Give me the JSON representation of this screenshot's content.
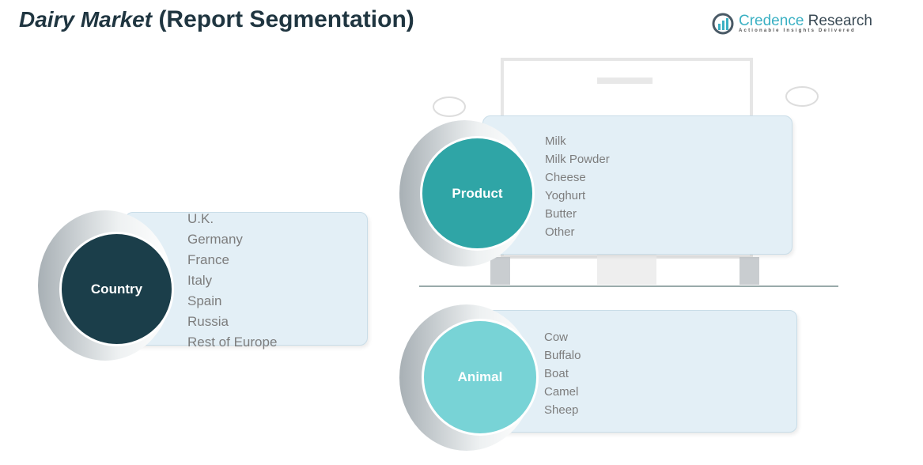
{
  "title": {
    "italic": "Dairy Market",
    "rest": "(Report Segmentation)"
  },
  "logo": {
    "name_a": "Credence",
    "name_b": "Research",
    "tagline": "Actionable Insights Delivered"
  },
  "segments": {
    "country": {
      "label": "Country",
      "color": "#1b3e4a",
      "items": [
        "U.K.",
        "Germany",
        "France",
        "Italy",
        "Spain",
        "Russia",
        "Rest of Europe"
      ]
    },
    "product": {
      "label": "Product",
      "color": "#2fa5a6",
      "items": [
        "Milk",
        "Milk Powder",
        "Cheese",
        "Yoghurt",
        "Butter",
        "Other"
      ]
    },
    "animal": {
      "label": "Animal",
      "color": "#78d3d6",
      "items": [
        "Cow",
        "Buffalo",
        "Boat",
        "Camel",
        "Sheep"
      ]
    }
  }
}
